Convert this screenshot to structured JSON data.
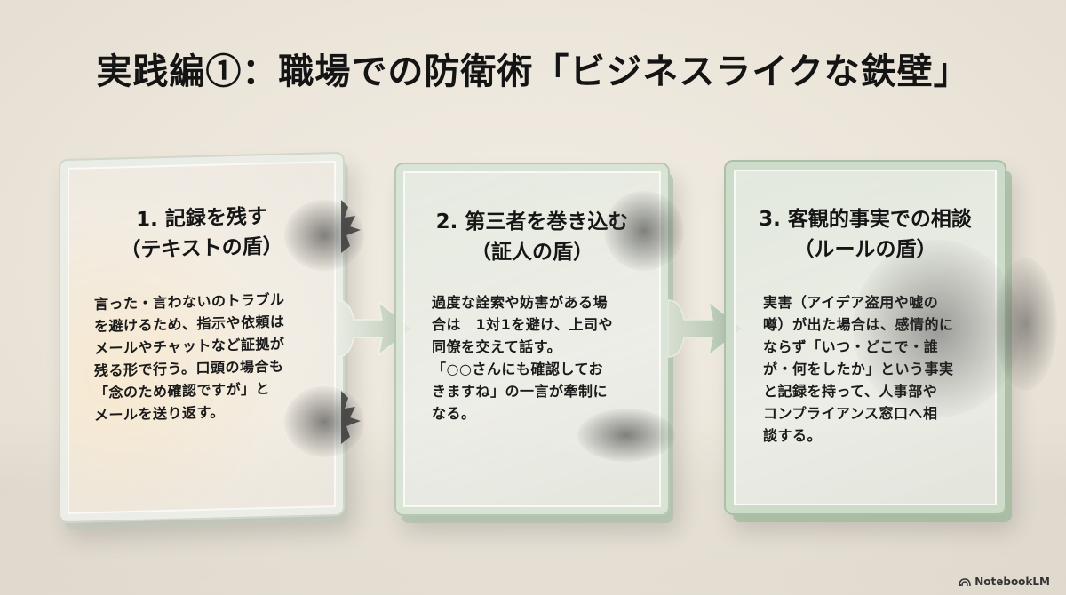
{
  "slide": {
    "title": "実践編①：職場での防衛術「ビジネスライクな鉄壁」"
  },
  "cards": [
    {
      "number": "1.",
      "heading_line1": "1. 記録を残す",
      "heading_line2": "（テキストの盾）",
      "body_lines": [
        "言った・言わないのトラブル",
        "を避けるため、指示や依頼は",
        "メールやチャットなど証拠が",
        "残る形で行う。口頭の場合も",
        "「念のため確認ですが」と",
        "メールを送り返す。"
      ]
    },
    {
      "number": "2.",
      "heading_line1": "2. 第三者を巻き込む",
      "heading_line2": "（証人の盾）",
      "body_lines": [
        "過度な詮索や妨害がある場",
        "合は　1対1を避け、上司や",
        "同僚を交えて話す。",
        "「○○さんにも確認してお",
        "きますね」の一言が牽制に",
        "なる。"
      ]
    },
    {
      "number": "3.",
      "heading_line1": "3. 客観的事実での相談",
      "heading_line2": "（ルールの盾）",
      "body_lines": [
        "実害（アイデア盗用や嘘の",
        "噂）が出た場合は、感情的に",
        "ならず「いつ・どこで・誰",
        "が・何をしたか」という事実",
        "と記録を持って、人事部や",
        "コンプライアンス窓口へ相",
        "談する。"
      ]
    }
  ],
  "icons": {
    "arrow": "arrow-right-icon",
    "brand_logo": "notebooklm-logo-icon"
  },
  "colors": {
    "background": "#ede7dc",
    "panel_green": "#b8ccb4",
    "text": "#1a1a1a"
  },
  "footer": {
    "brand": "NotebookLM"
  }
}
